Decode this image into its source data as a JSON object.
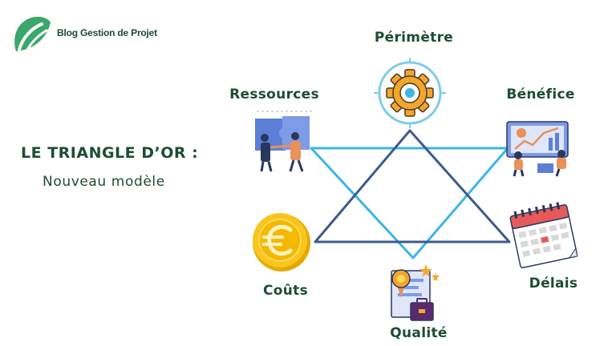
{
  "brand": {
    "name": "Blog Gestion de Projet",
    "logo_icon": "leaf-logo-icon",
    "color": "#2e8b57"
  },
  "title": {
    "main": "LE TRIANGLE D’OR :",
    "sub": "Nouveau modèle"
  },
  "nodes": [
    {
      "id": "perimetre",
      "label": "Périmètre",
      "icon": "gear-target-icon"
    },
    {
      "id": "ressources",
      "label": "Ressources",
      "icon": "team-puzzle-icon"
    },
    {
      "id": "benefice",
      "label": "Bénéfice",
      "icon": "growth-chart-icon"
    },
    {
      "id": "couts",
      "label": "Coûts",
      "icon": "euro-coin-icon"
    },
    {
      "id": "delais",
      "label": "Délais",
      "icon": "calendar-icon"
    },
    {
      "id": "qualite",
      "label": "Qualité",
      "icon": "quality-award-icon"
    }
  ],
  "colors": {
    "text": "#1c4d34",
    "triangle_light": "#3bb6e6",
    "triangle_dark": "#3c5a8c",
    "gear": "#f4a62a",
    "coin": "#f5c518"
  }
}
